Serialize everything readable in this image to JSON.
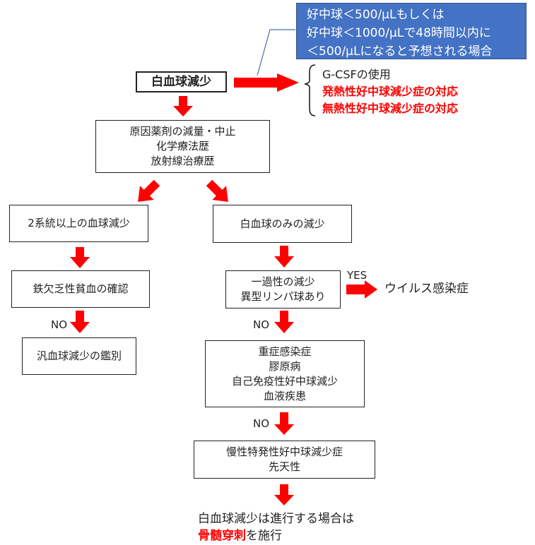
{
  "note": {
    "lines": [
      "好中球＜500/μLもしくは",
      "好中球＜1000/μLで48時間以内に",
      "＜500/μLになると予想される場合"
    ]
  },
  "start": {
    "label": "白血球減少"
  },
  "gcsf": {
    "line1": "G-CSFの使用",
    "line2": "発熱性好中球減少症の対応",
    "line3": "無熱性好中球減少症の対応"
  },
  "cause": {
    "lines": [
      "原因薬剤の減量・中止",
      "化学療法歴",
      "放射線治療歴"
    ]
  },
  "left_branch": {
    "box1": "2系統以上の血球減少",
    "box2": "鉄欠乏性貧血の確認",
    "no_label": "NO",
    "box3": "汎血球減少の鑑別"
  },
  "right_branch": {
    "box1": "白血球のみの減少",
    "box2": [
      "一過性の減少",
      "異型リンパ球あり"
    ],
    "yes_label": "YES",
    "yes_result": "ウイルス感染症",
    "no_label1": "NO",
    "box3": [
      "重症感染症",
      "膠原病",
      "自己免疫性好中球減少",
      "血液疾患"
    ],
    "no_label2": "NO",
    "box4": [
      "慢性特発性好中球減少症",
      "先天性"
    ]
  },
  "footer": {
    "line1": "白血球減少は進行する場合は",
    "highlight": "骨髄穿刺",
    "suffix": "を施行"
  },
  "colors": {
    "arrow": "#ff0000",
    "note_fill": "#4472c4",
    "note_border": "#2f528f",
    "highlight_text": "#ff0000"
  }
}
